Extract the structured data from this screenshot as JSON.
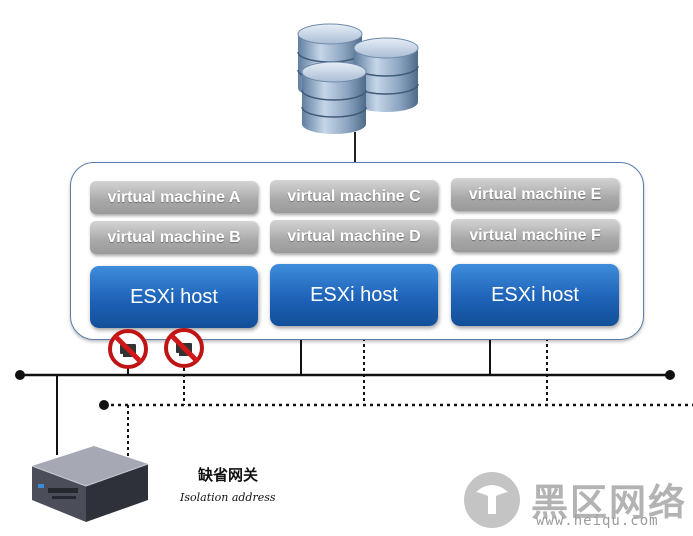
{
  "diagram": {
    "virtual_machines": [
      {
        "label": "virtual machine A"
      },
      {
        "label": "virtual machine B"
      },
      {
        "label": "virtual machine C"
      },
      {
        "label": "virtual machine D"
      },
      {
        "label": "virtual machine E"
      },
      {
        "label": "virtual machine F"
      }
    ],
    "hosts": [
      {
        "label": "ESXi host"
      },
      {
        "label": "ESXi host"
      },
      {
        "label": "ESXi host"
      }
    ],
    "gateway": {
      "label_cn": "缺省网关",
      "label_en": "Isolation address"
    },
    "colors": {
      "host_blue": "#1e63b8",
      "vm_gray": "#a8a8a8",
      "blocked_red": "#d01818",
      "cluster_border": "#5a7ea8"
    }
  },
  "watermark": {
    "text": "黑区网络",
    "url": "www.heiqu.com"
  }
}
